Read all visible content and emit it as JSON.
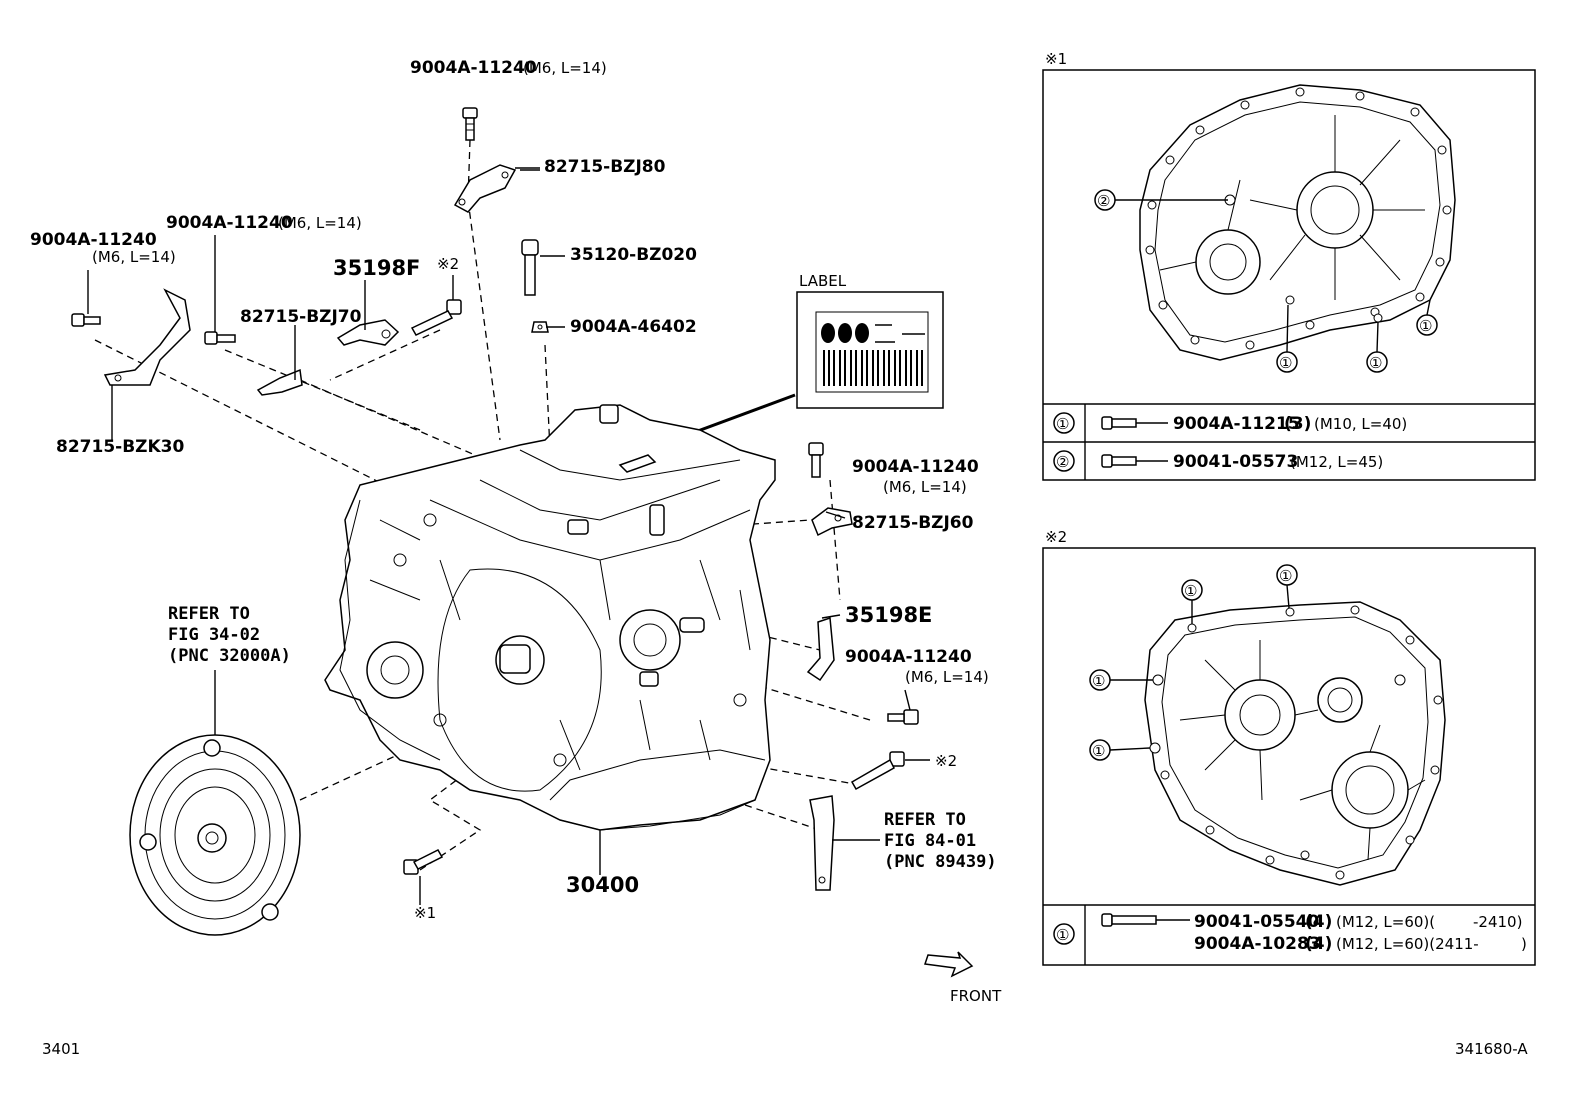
{
  "callouts": {
    "bolt_top": "9004A-11240",
    "bolt_top_spec": "(M6, L=14)",
    "bracket_bzj80": "82715-BZJ80",
    "bolt_left1": "9004A-11240",
    "bolt_left1_spec": "(M6, L=14)",
    "bolt_left2": "9004A-11240",
    "bolt_left2_spec": "(M6, L=14)",
    "part_35198f": "35198F",
    "mark2_top": "※2",
    "bracket_bzj70": "82715-BZJ70",
    "bracket_bzk30": "82715-BZK30",
    "part_35120": "35120-BZ020",
    "part_46402": "9004A-46402",
    "label_heading": "LABEL",
    "bolt_right1": "9004A-11240",
    "bolt_right1_spec": "(M6, L=14)",
    "bracket_bzj60": "82715-BZJ60",
    "part_35198e": "35198E",
    "bolt_right2": "9004A-11240",
    "bolt_right2_spec": "(M6, L=14)",
    "mark2_right": "※2",
    "refer_84_1": "REFER TO",
    "refer_84_2": "FIG 84-01",
    "refer_84_3": "(PNC 89439)",
    "refer_34_1": "REFER TO",
    "refer_34_2": "FIG 34-02",
    "refer_34_3": "(PNC 32000A)",
    "assembly_30400": "30400",
    "mark1_bottom": "※1",
    "front": "FRONT"
  },
  "detail1": {
    "mark": "※1",
    "rows": [
      {
        "num": "①",
        "part": "9004A-11215",
        "qty": "(3)",
        "spec": "(M10, L=40)"
      },
      {
        "num": "②",
        "part": "90041-05573",
        "qty": "",
        "spec": "(M12, L=45)"
      }
    ],
    "markers": [
      "②",
      "①",
      "①",
      "①"
    ]
  },
  "detail2": {
    "mark": "※2",
    "row_num": "①",
    "rows": [
      {
        "part": "90041-05540",
        "qty": "(4)",
        "spec": "(M12, L=60)(",
        "range": "-2410)"
      },
      {
        "part": "9004A-10283",
        "qty": "(4)",
        "spec": "(M12, L=60)(2411-",
        "range": ")"
      }
    ],
    "markers": [
      "①",
      "①",
      "①",
      "①"
    ]
  },
  "footer": {
    "left": "3401",
    "right": "341680-A"
  }
}
